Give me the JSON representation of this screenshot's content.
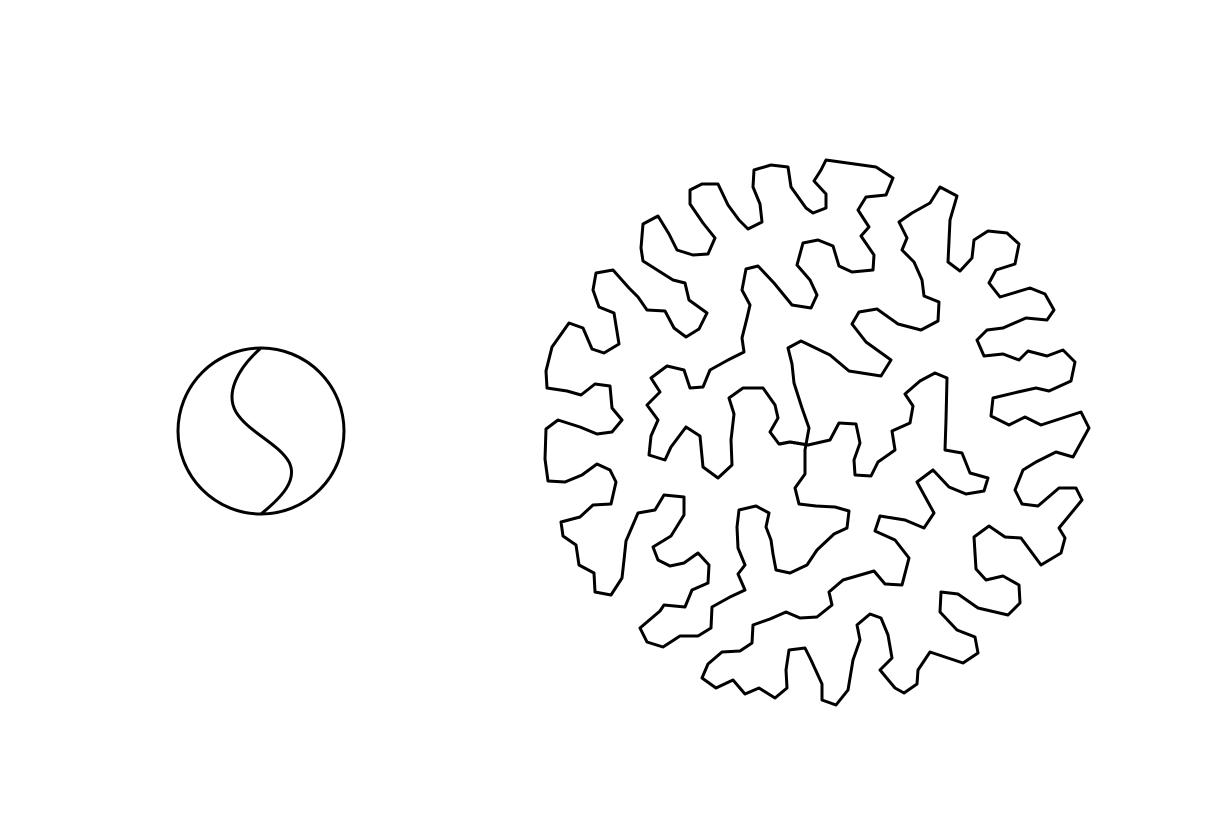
{
  "figure": {
    "background_color": "#ffffff",
    "stroke_color": "#000000",
    "panels": [
      {
        "id": "simple-disc",
        "description_icon": "circle-with-s-curve-icon",
        "parts": [
          "outer-circle",
          "s-curve-divider"
        ]
      },
      {
        "id": "folded-disc",
        "description_icon": "meandering-closed-curve-icon",
        "parts": [
          "meander-boundary",
          "inner-dividing-path"
        ]
      }
    ]
  }
}
